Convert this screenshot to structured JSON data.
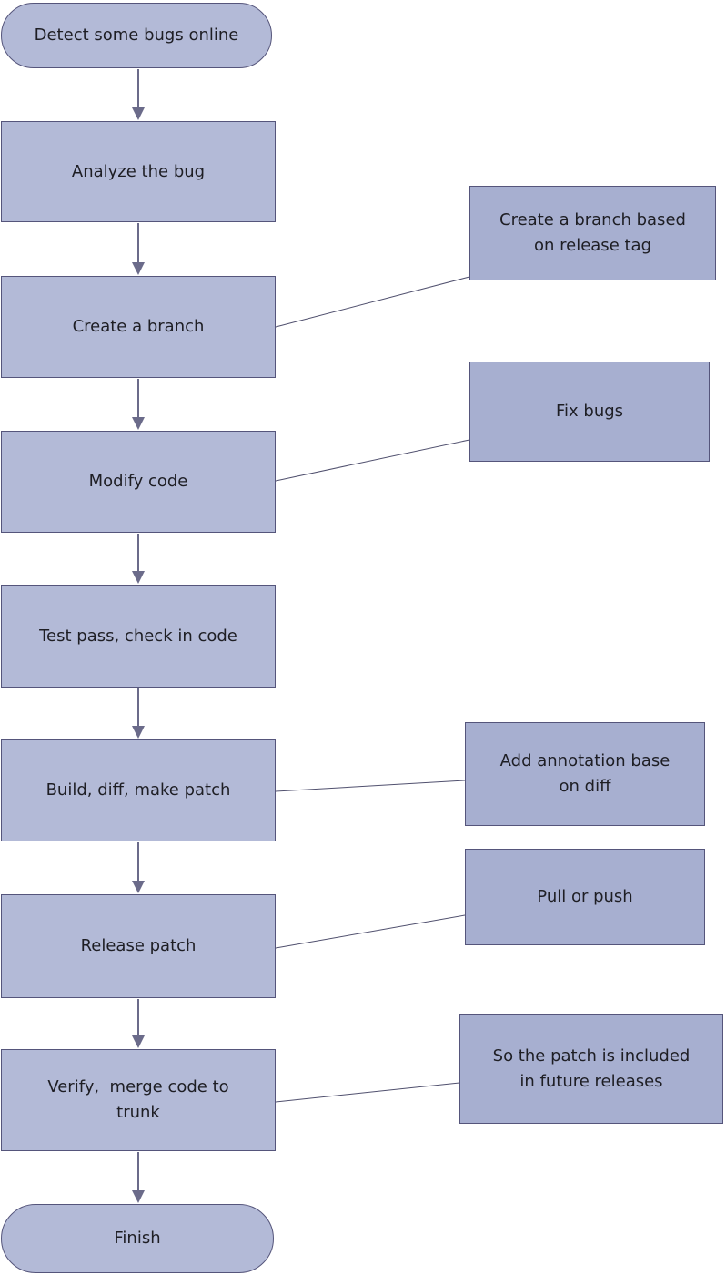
{
  "nodes": {
    "start": "Detect some bugs online",
    "analyze": "Analyze the bug",
    "create_branch": "Create a branch",
    "modify": "Modify code",
    "test": "Test pass, check in code",
    "build": "Build, diff, make patch",
    "release": "Release patch",
    "verify": "Verify,  merge code to trunk",
    "finish": "Finish"
  },
  "annotations": {
    "create_branch_note": "Create a branch based on release tag",
    "modify_note": "Fix bugs",
    "build_note": "Add annotation base on diff",
    "release_note": "Pull or push",
    "verify_note": "So the patch is included in future releases"
  },
  "colors": {
    "node_fill": "#b3bad7",
    "note_fill": "#a7afd0",
    "node_border": "#55557b",
    "arrow": "#6b6b8a",
    "connector": "#50506e",
    "text": "#1e1e24",
    "background": "#ffffff"
  }
}
